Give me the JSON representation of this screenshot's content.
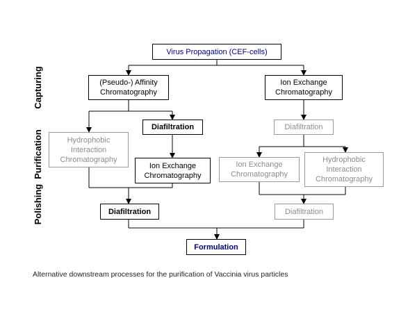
{
  "stages": {
    "capturing": "Capturing",
    "purification": "Purification",
    "polishing": "Polishing"
  },
  "nodes": {
    "virus_propagation": "Virus Propagation (CEF-cells)",
    "affinity": [
      "(Pseudo-) Affinity",
      "Chromatography"
    ],
    "ion_exchange_right": [
      "Ion Exchange",
      "Chromatography"
    ],
    "diafiltration_left": "Diafiltration",
    "hydrophobic_left": [
      "Hydrophobic",
      "Interaction",
      "Chromatography"
    ],
    "ion_exchange_mid": [
      "Ion Exchange",
      "Chromatography"
    ],
    "diafiltration_right": "Diafiltration",
    "ion_exchange_gray": [
      "Ion Exchange",
      "Chromatography"
    ],
    "hydrophobic_right": [
      "Hydrophobic",
      "Interaction",
      "Chromatography"
    ],
    "diafiltration_bottom_left": "Diafiltration",
    "diafiltration_bottom_right": "Diafiltration",
    "formulation": "Formulation"
  },
  "caption": "Alternative downstream processes for the purification of Vaccinia virus particles",
  "colors": {
    "active_text": "#000000",
    "inactive_text": "#8c8c8c",
    "endpoint_text": "#00008b"
  }
}
